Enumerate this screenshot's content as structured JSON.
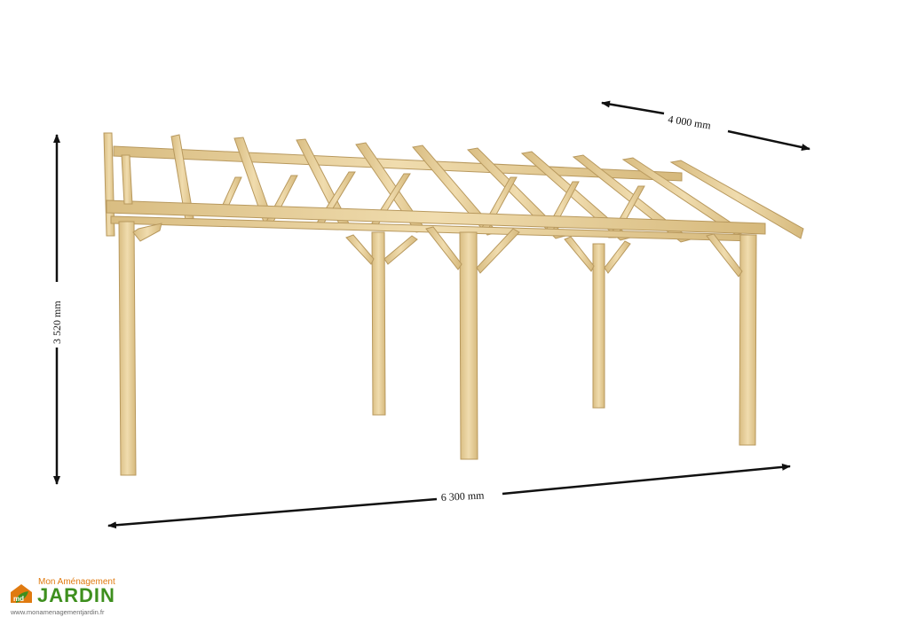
{
  "dimensions": {
    "depth": "4 000 mm",
    "height": "3 520 mm",
    "width": "6 300 mm"
  },
  "logo": {
    "tagline": "Mon Aménagement",
    "brand": "JARDIN",
    "url": "www.monamenagementjardin.fr",
    "mark": "md"
  },
  "colors": {
    "wood": "#e9d3a0",
    "wood_dark": "#c9ad72",
    "arrow": "#111111",
    "logo_orange": "#e07a10",
    "logo_green": "#3e8f1e"
  }
}
